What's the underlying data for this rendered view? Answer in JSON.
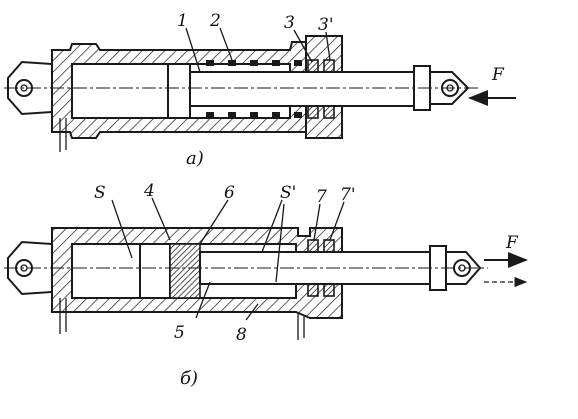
{
  "figure": {
    "top": {
      "caption": "а)",
      "labels": [
        "1",
        "2",
        "3",
        "3'"
      ],
      "force": "F"
    },
    "bottom": {
      "caption": "б)",
      "labels_upper": [
        "S",
        "4",
        "6",
        "S'",
        "7",
        "7'"
      ],
      "labels_lower": [
        "5",
        "8"
      ],
      "force": "F"
    }
  }
}
